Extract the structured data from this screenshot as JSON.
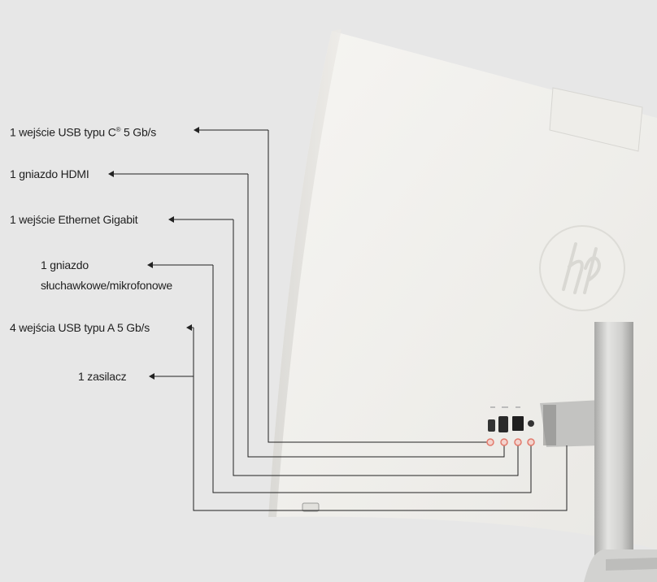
{
  "labels": {
    "usb_c": "1 wejście USB typu C",
    "usb_c_mark": "®",
    "usb_c_speed": " 5 Gb/s",
    "hdmi": "1 gniazdo HDMI",
    "ethernet": "1 wejście Ethernet Gigabit",
    "audio_line1": "1 gniazdo",
    "audio_line2": "słuchawkowe/mikrofonowe",
    "usb_a": "4 wejścia USB typu A 5 Gb/s",
    "power": "1 zasilacz"
  },
  "colors": {
    "background": "#e7e7e7",
    "monitor_back": "#f3f2ef",
    "stand": "#c9c9c7",
    "port_marker": "#e27a6c",
    "lines": "#222222"
  },
  "icons": {
    "logo": "hp-logo"
  }
}
